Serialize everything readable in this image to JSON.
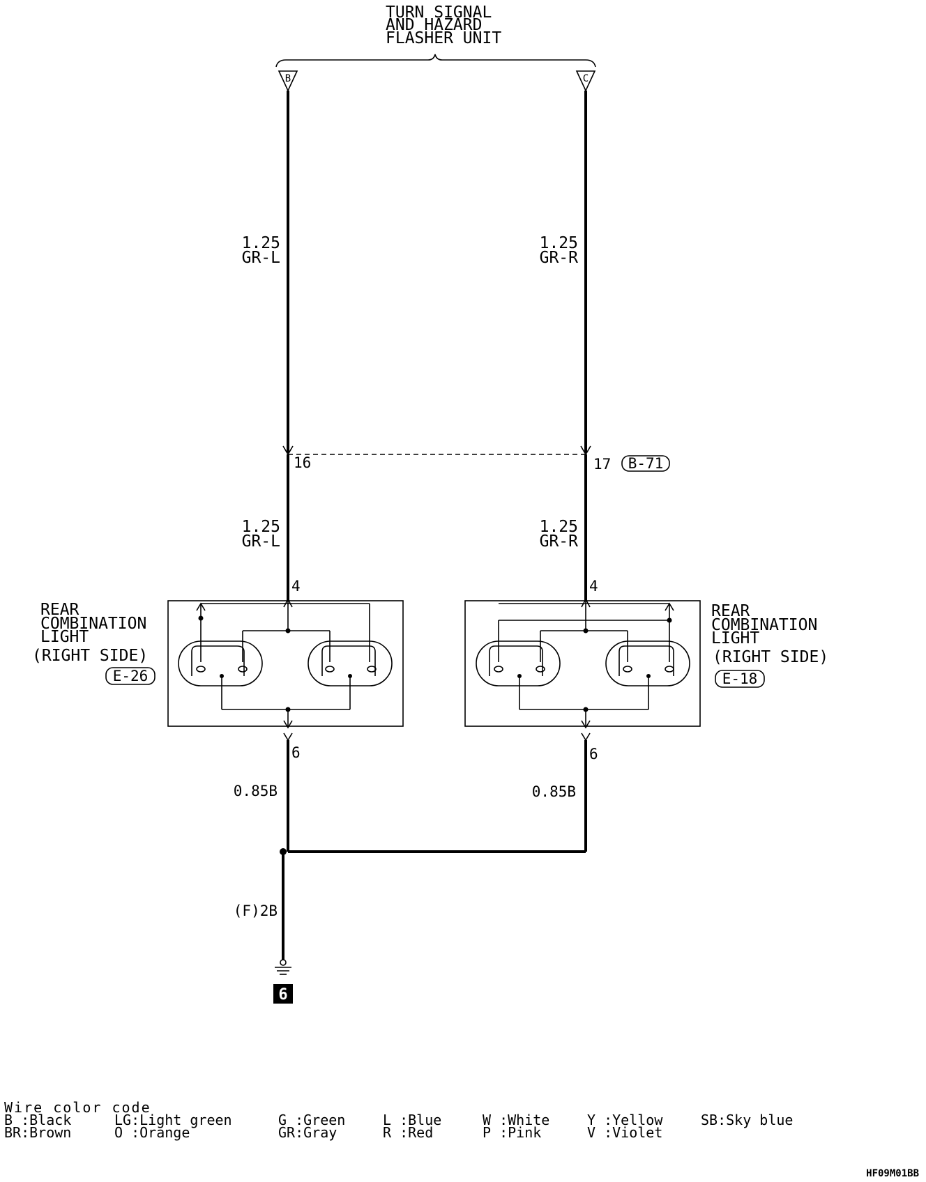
{
  "flasher_unit": {
    "title_lines": [
      "TURN SIGNAL",
      "AND HAZARD",
      "FLASHER UNIT"
    ],
    "terminal_left": "B",
    "terminal_right": "C"
  },
  "wires": {
    "left_upper": {
      "size": "1.25",
      "color": "GR-L"
    },
    "right_upper": {
      "size": "1.25",
      "color": "GR-R"
    },
    "left_lower": {
      "size": "1.25",
      "color": "GR-L"
    },
    "right_lower": {
      "size": "1.25",
      "color": "GR-R"
    },
    "left_ground": "0.85B",
    "right_ground": "0.85B",
    "common_ground": "(F)2B"
  },
  "junction_connector": {
    "pin_left": "16",
    "pin_right": "17",
    "id": "B-71"
  },
  "lights": {
    "left": {
      "name_lines": [
        "REAR",
        "COMBINATION",
        "LIGHT",
        "(RIGHT SIDE)"
      ],
      "connector": "E-26",
      "pin_top": "4",
      "pin_bottom": "6"
    },
    "right": {
      "name_lines": [
        "REAR",
        "COMBINATION",
        "LIGHT",
        "(RIGHT SIDE)"
      ],
      "connector": "E-18",
      "pin_top": "4",
      "pin_bottom": "6"
    }
  },
  "ground_point": "6",
  "legend": {
    "title": "Wire color code",
    "columns": [
      [
        "B :Black",
        "BR:Brown"
      ],
      [
        "LG:Light green",
        "O :Orange"
      ],
      [
        "G :Green",
        "GR:Gray"
      ],
      [
        "L :Blue",
        "R :Red"
      ],
      [
        "W :White",
        "P :Pink"
      ],
      [
        "Y :Yellow",
        "V :Violet"
      ],
      [
        "SB:Sky blue",
        ""
      ]
    ]
  },
  "drawing_id": "HF09M01BB"
}
